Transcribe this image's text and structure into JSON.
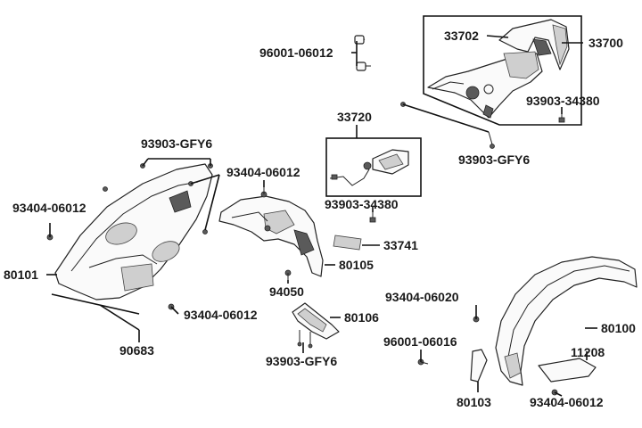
{
  "labels": {
    "p96001_06012": "96001-06012",
    "p33702": "33702",
    "p33700": "33700",
    "p93903_34380_top": "93903-34380",
    "p33720": "33720",
    "p93903_GFY6_right": "93903-GFY6",
    "p93903_GFY6_left": "93903-GFY6",
    "p93404_06012_mid": "93404-06012",
    "p93404_06012_left": "93404-06012",
    "p93903_34380_mid": "93903-34380",
    "p33741": "33741",
    "p80101": "80101",
    "p80105": "80105",
    "p94050": "94050",
    "p93404_06020": "93404-06020",
    "p93404_06012_lower": "93404-06012",
    "p80106": "80106",
    "p80100": "80100",
    "p96001_06016": "96001-06016",
    "p11208": "11208",
    "p90683": "90683",
    "p93903_GFY6_bottom": "93903-GFY6",
    "p80103": "80103",
    "p93404_06012_bottom": "93404-06012"
  }
}
